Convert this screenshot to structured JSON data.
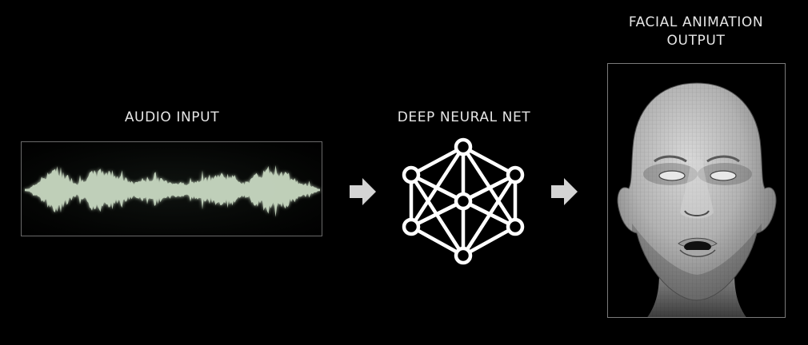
{
  "diagram": {
    "audio_label": "AUDIO INPUT",
    "dnn_label": "DEEP NEURAL NET",
    "face_label_line1": "FACIAL ANIMATION",
    "face_label_line2": "OUTPUT"
  },
  "colors": {
    "background": "#000000",
    "text": "#e6e6e6",
    "waveform": "#cfe0c8",
    "arrow": "#d4d4d4",
    "network": "#ffffff",
    "frame": "#6a6a6a"
  },
  "icons": {
    "arrow": "right-arrow-icon",
    "network": "neural-network-icon",
    "face": "wireframe-face-render"
  }
}
